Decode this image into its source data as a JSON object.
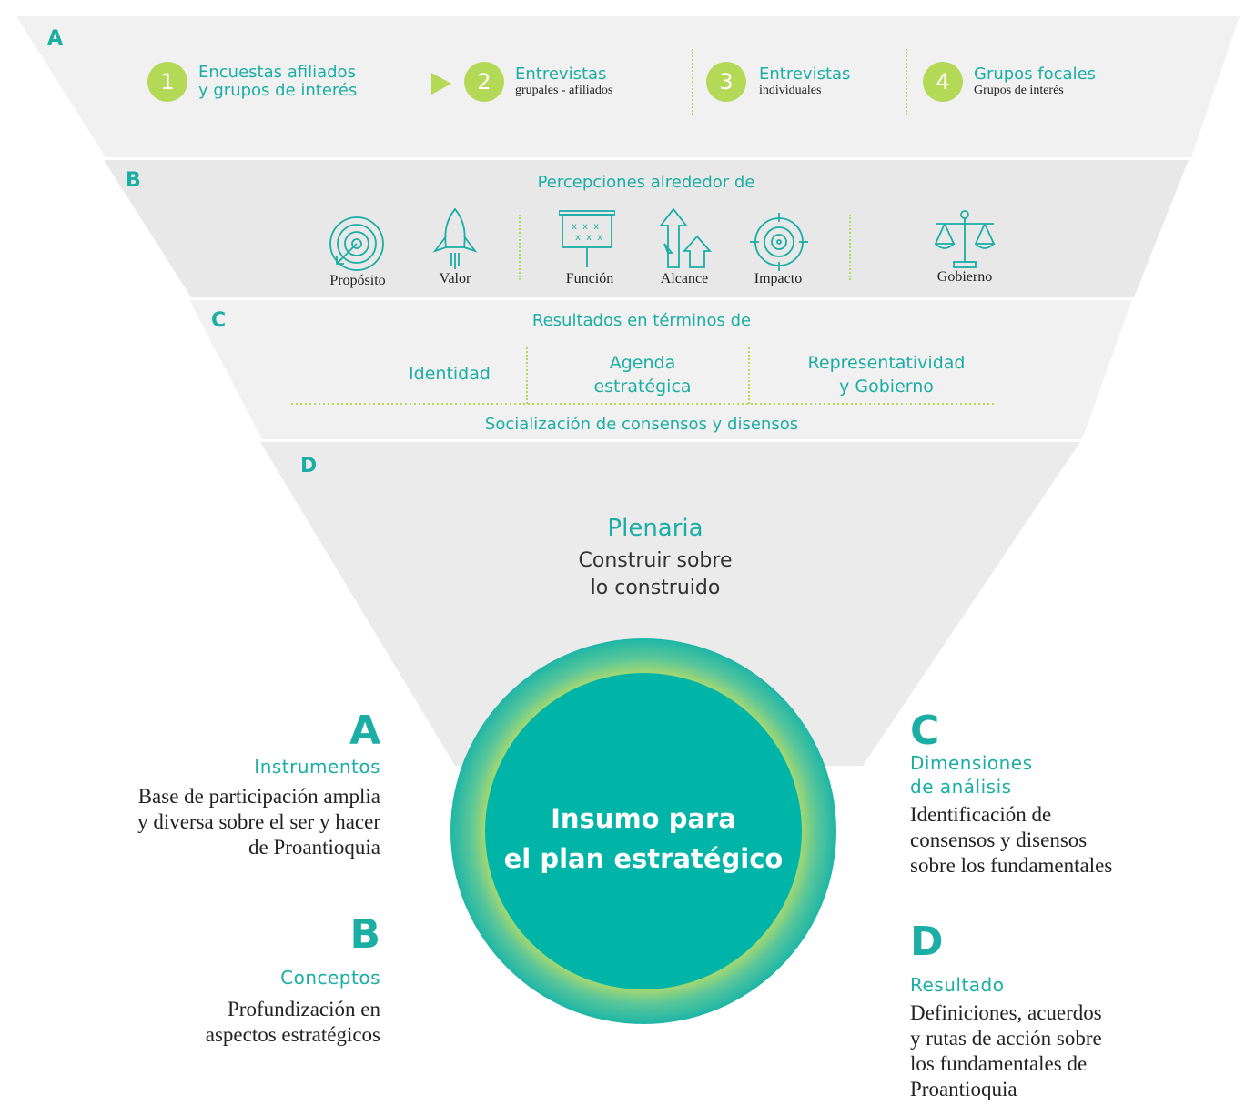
{
  "colors": {
    "teal": "#1aaea4",
    "lime": "#b3d957",
    "band_a": "#f1f1f1",
    "band_b": "#e8e8e8",
    "band_d": "#ebebeb",
    "dark_line": "#1d4e63"
  },
  "section_a": {
    "letter": "A",
    "steps": [
      {
        "num": "1",
        "title_line1": "Encuestas afiliados",
        "title_line2": "y grupos de interés",
        "sub": ""
      },
      {
        "num": "2",
        "title_line1": "Entrevistas",
        "title_line2": "",
        "sub": "grupales - afiliados"
      },
      {
        "num": "3",
        "title_line1": "Entrevistas",
        "title_line2": "",
        "sub": "individuales"
      },
      {
        "num": "4",
        "title_line1": "Grupos focales",
        "title_line2": "",
        "sub": "Grupos de interés"
      }
    ]
  },
  "section_b": {
    "letter": "B",
    "title": "Percepciones alrededor de",
    "icons": [
      {
        "label": "Propósito",
        "icon": "target-arrow-icon"
      },
      {
        "label": "Valor",
        "icon": "rocket-icon"
      },
      {
        "label": "Función",
        "icon": "strategy-board-icon"
      },
      {
        "label": "Alcance",
        "icon": "growth-arrows-icon"
      },
      {
        "label": "Impacto",
        "icon": "crosshair-icon"
      },
      {
        "label": "Gobierno",
        "icon": "balance-scale-icon"
      }
    ]
  },
  "section_c": {
    "letter": "C",
    "title": "Resultados en términos de",
    "items": [
      {
        "line1": "Identidad",
        "line2": ""
      },
      {
        "line1": "Agenda",
        "line2": "estratégica"
      },
      {
        "line1": "Representatividad",
        "line2": "y Gobierno"
      }
    ],
    "footer": "Socialización de consensos y disensos"
  },
  "section_d": {
    "letter": "D",
    "title": "Plenaria",
    "line1": "Construir sobre",
    "line2": "lo construido"
  },
  "center": {
    "line1": "Insumo para",
    "line2": "el plan estratégico"
  },
  "left": {
    "a": {
      "letter": "A",
      "subtitle": "Instrumentos",
      "lines": [
        "Base de participación amplia",
        "y diversa sobre el ser y hacer",
        "de Proantioquia"
      ]
    },
    "b": {
      "letter": "B",
      "subtitle": "Conceptos",
      "lines": [
        "Profundización en",
        "aspectos estratégicos"
      ]
    }
  },
  "right": {
    "c": {
      "letter": "C",
      "subtitle_line1": "Dimensiones",
      "subtitle_line2": "de análisis",
      "lines": [
        "Identificación de",
        "consensos y disensos",
        "sobre los fundamentales"
      ]
    },
    "d": {
      "letter": "D",
      "subtitle": "Resultado",
      "lines": [
        "Definiciones, acuerdos",
        "y rutas de acción sobre",
        "los fundamentales de",
        "Proantioquia"
      ]
    }
  }
}
